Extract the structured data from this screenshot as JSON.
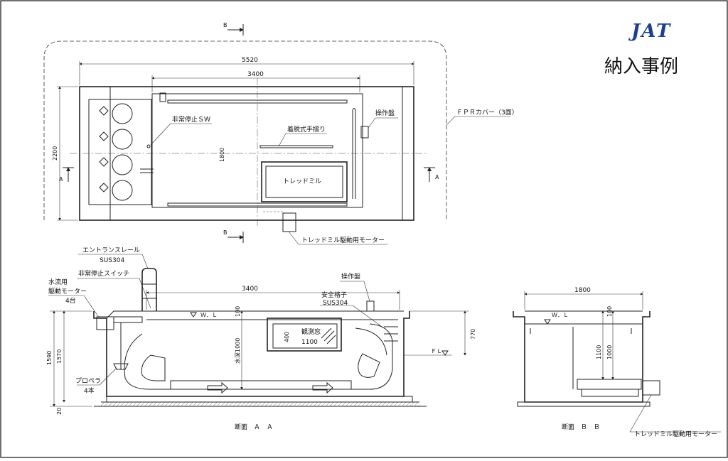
{
  "header": {
    "logo_text": "JAT",
    "title": "納入事例",
    "logo_color": "#1e3f8f"
  },
  "plan_view": {
    "dim_overall": "5520",
    "dim_inner": "3400",
    "dim_width": "2200",
    "dim_inner_width": "1800",
    "label_emergency_sw": "非常停止ＳＷ",
    "label_handrail": "着脱式手摺り",
    "label_control_panel": "操作盤",
    "label_fpr_cover": "ＦＰＲカバー（3面）",
    "label_treadmill": "トレッドミル",
    "label_motor": "トレッドミル駆動用モーター",
    "section_mark_a": "A",
    "section_mark_b": "B"
  },
  "section_aa": {
    "label_entrance_rail": "エントランスレール",
    "label_entrance_rail_material": "SUS304",
    "label_emergency_switch": "非常停止スイッチ",
    "label_flow_motor_1": "水流用",
    "label_flow_motor_2": "駆動モーター",
    "label_flow_motor_3": "4台",
    "label_control_panel": "操作盤",
    "label_safety_grid": "安全格子",
    "label_safety_grid_material": "SUS304",
    "label_window": "観測窓",
    "dim_window_h": "400",
    "dim_window_w": "1100",
    "label_propeller_1": "プロペラ",
    "label_propeller_2": "4本",
    "label_water_level": "Ｗ．Ｌ",
    "label_floor_level": "ＦＬ",
    "dim_inner": "3400",
    "dim_freeboard": "100",
    "dim_depth": "水深1000",
    "dim_770": "770",
    "dim_1590": "1590",
    "dim_1570": "1570",
    "dim_20": "20",
    "caption": "断面　Ａ　Ａ"
  },
  "section_bb": {
    "dim_width": "1800",
    "label_water_level": "Ｗ．Ｌ",
    "dim_100": "100",
    "dim_1100": "1100",
    "dim_1000": "1000",
    "label_motor": "トレッドミル駆動用モーター",
    "caption": "断面　Ｂ　Ｂ"
  }
}
